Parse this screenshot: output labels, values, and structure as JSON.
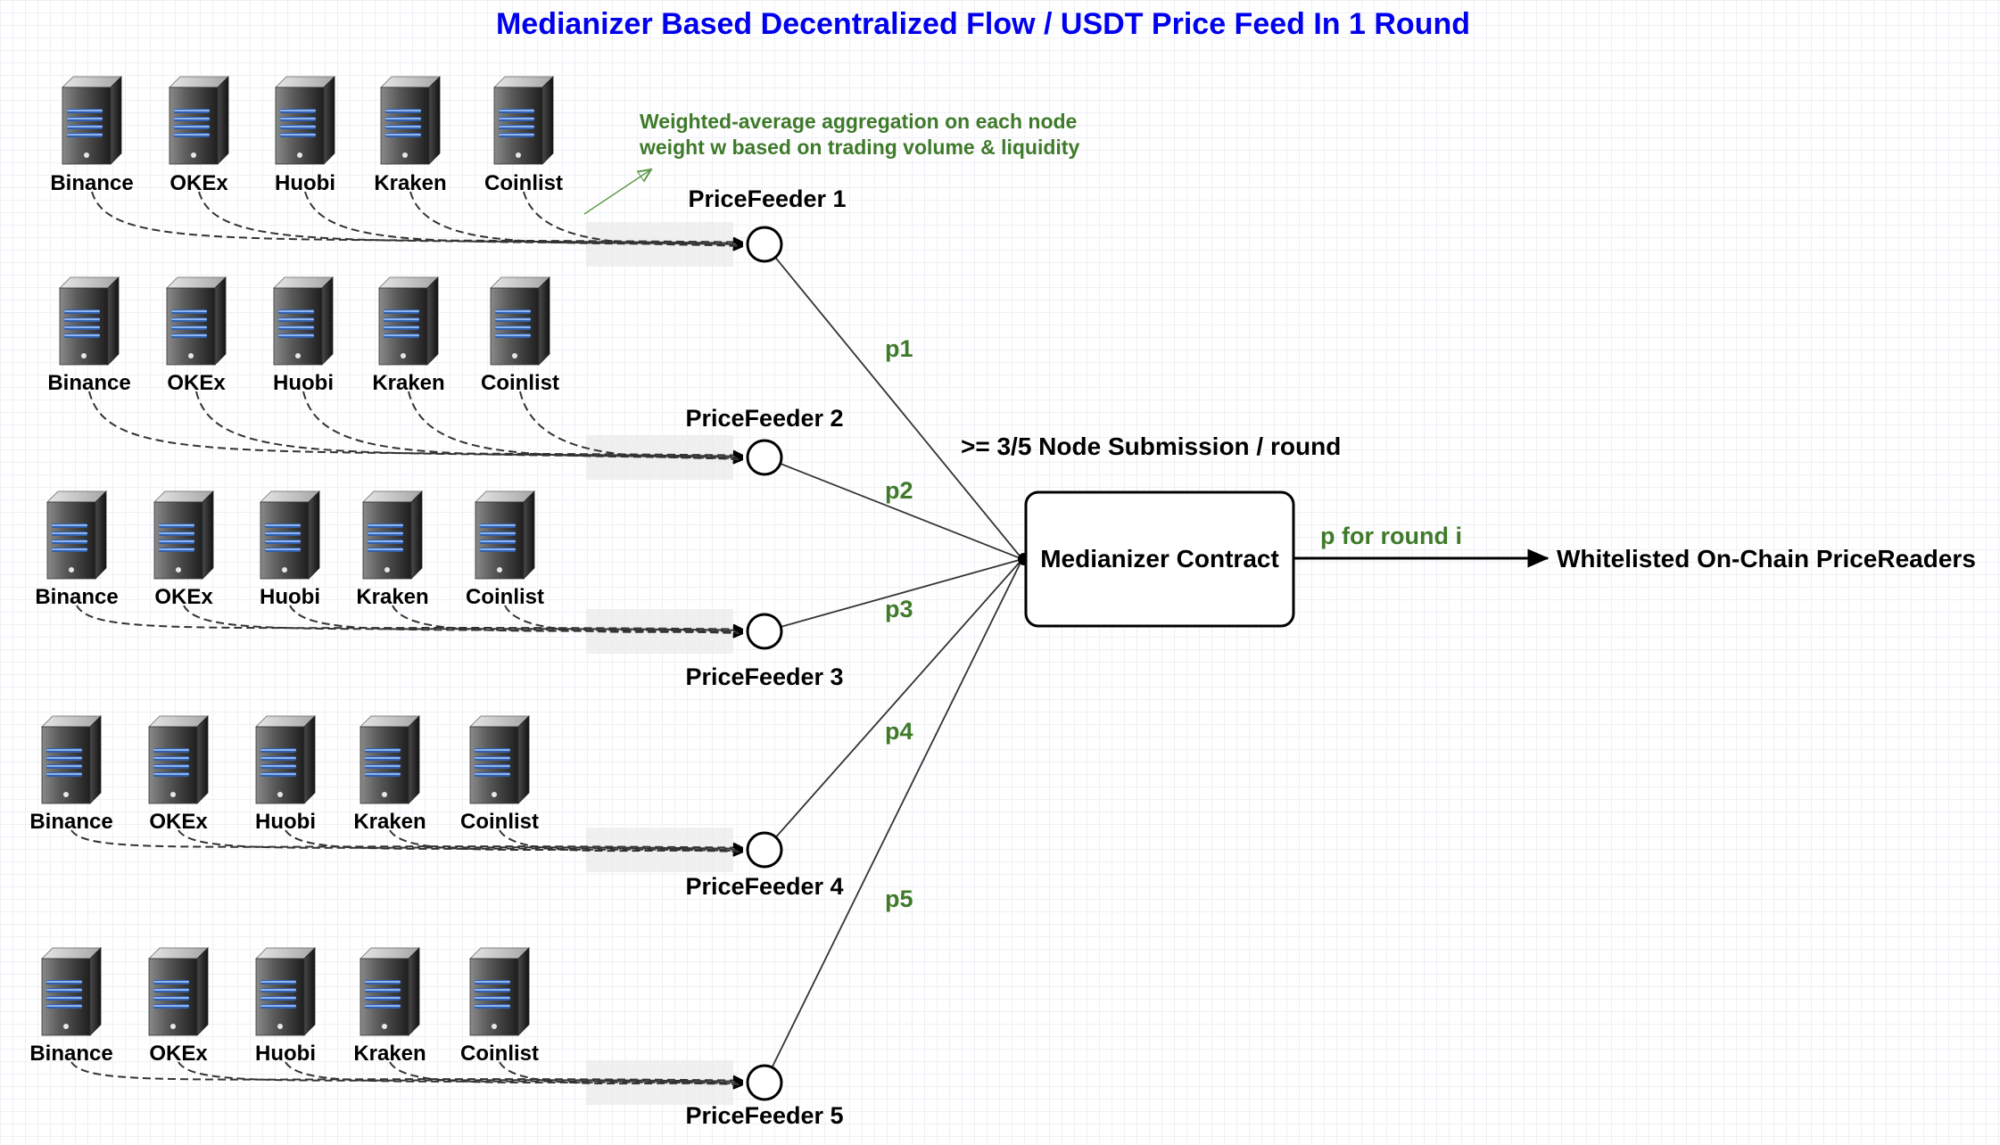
{
  "title": "Medianizer Based Decentralized Flow / USDT Price Feed In 1 Round",
  "aggregation_note": {
    "line1": "Weighted-average aggregation on each node",
    "line2": "weight w based on trading volume & liquidity"
  },
  "feeders": [
    {
      "label": "PriceFeeder 1",
      "price_label": "p1",
      "exchanges": [
        "Binance",
        "OKEx",
        "Huobi",
        "Kraken",
        "Coinlist"
      ]
    },
    {
      "label": "PriceFeeder 2",
      "price_label": "p2",
      "exchanges": [
        "Binance",
        "OKEx",
        "Huobi",
        "Kraken",
        "Coinlist"
      ]
    },
    {
      "label": "PriceFeeder 3",
      "price_label": "p3",
      "exchanges": [
        "Binance",
        "OKEx",
        "Huobi",
        "Kraken",
        "Coinlist"
      ]
    },
    {
      "label": "PriceFeeder 4",
      "price_label": "p4",
      "exchanges": [
        "Binance",
        "OKEx",
        "Huobi",
        "Kraken",
        "Coinlist"
      ]
    },
    {
      "label": "PriceFeeder 5",
      "price_label": "p5",
      "exchanges": [
        "Binance",
        "OKEx",
        "Huobi",
        "Kraken",
        "Coinlist"
      ]
    }
  ],
  "quorum_note": ">= 3/5 Node Submission / round",
  "contract": {
    "label": "Medianizer Contract"
  },
  "output": {
    "edge_label": "p for round i",
    "target": "Whitelisted On-Chain PriceReaders"
  },
  "colors": {
    "title": "#0000ee",
    "note": "#3f7a2b",
    "price_label": "#3f7a2b"
  },
  "icons": {
    "exchange": "server-tower-icon",
    "feeder": "circle-node-icon"
  }
}
